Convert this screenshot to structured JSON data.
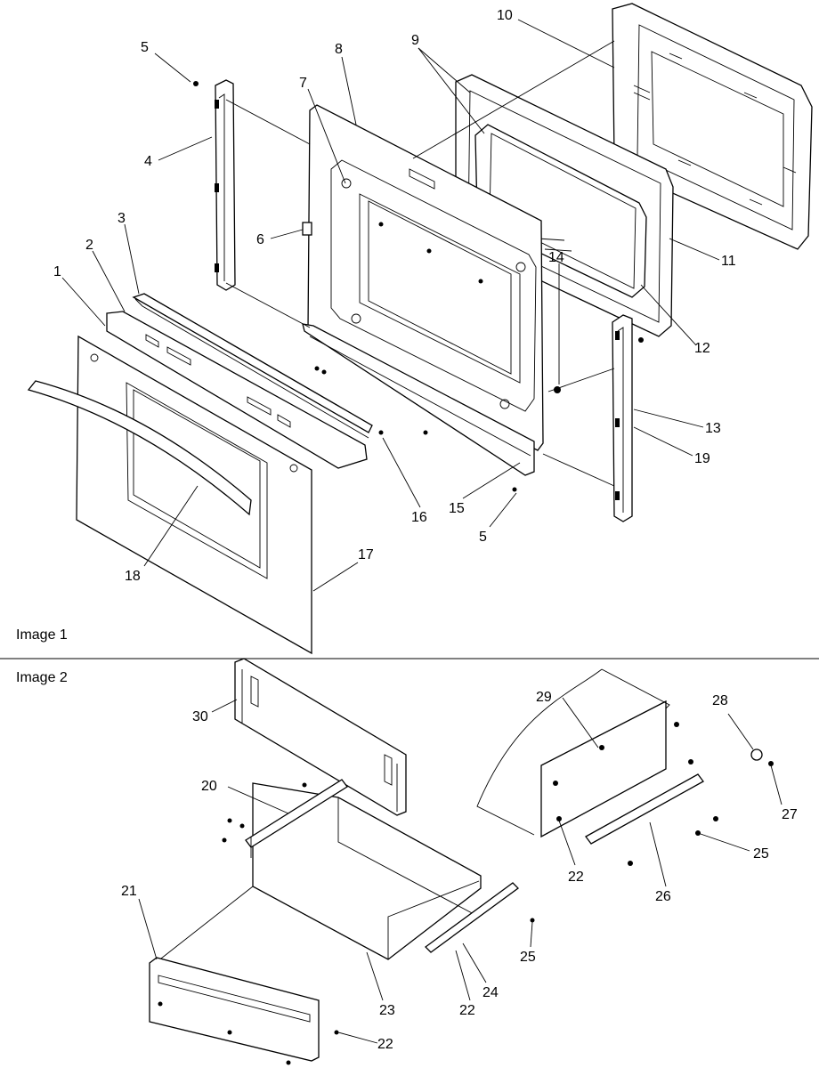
{
  "captions": {
    "image1": "Image 1",
    "image2": "Image 2"
  },
  "labels": {
    "l1": "1",
    "l2": "2",
    "l3": "3",
    "l4": "4",
    "l5a": "5",
    "l5b": "5",
    "l6": "6",
    "l7": "7",
    "l8": "8",
    "l9": "9",
    "l10": "10",
    "l11": "11",
    "l12": "12",
    "l13": "13",
    "l14": "14",
    "l15": "15",
    "l16": "16",
    "l17": "17",
    "l18": "18",
    "l19": "19",
    "l20": "20",
    "l21": "21",
    "l22a": "22",
    "l22b": "22",
    "l22c": "22",
    "l23": "23",
    "l24": "24",
    "l25a": "25",
    "l25b": "25",
    "l26": "26",
    "l27": "27",
    "l28": "28",
    "l29": "29",
    "l30": "30"
  }
}
